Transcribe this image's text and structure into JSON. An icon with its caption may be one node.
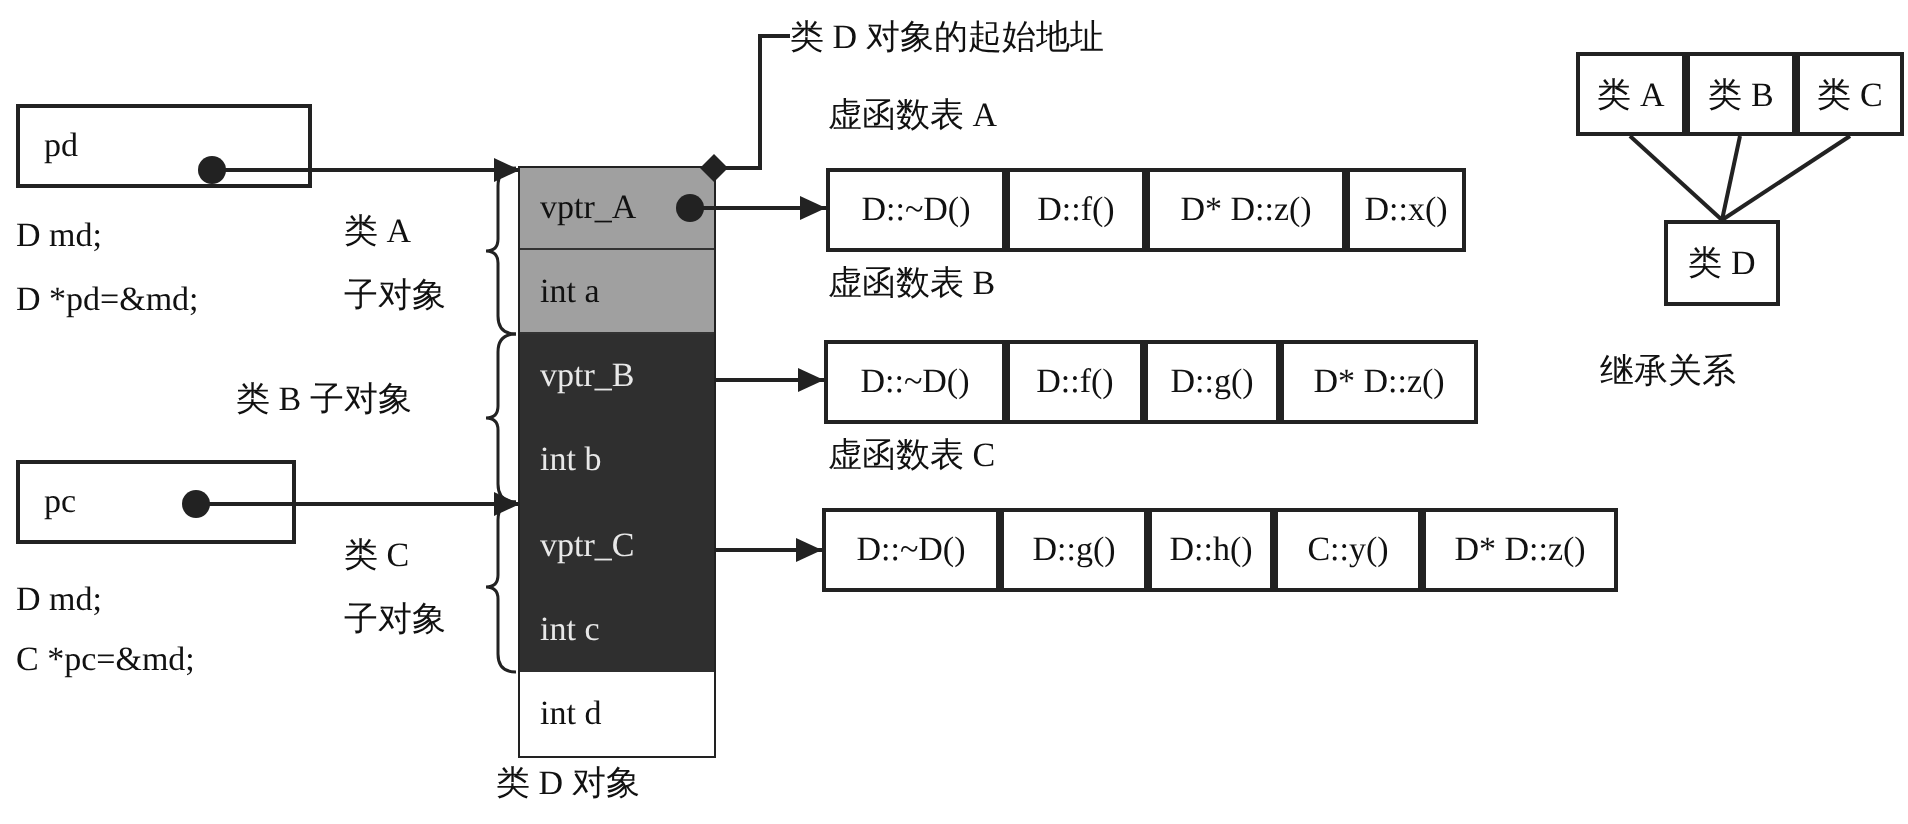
{
  "diagram": {
    "nodes": [
      {
        "text": [
          "pd"
        ],
        "beside": [
          "D md;",
          "D *pd=&md;"
        ]
      },
      {
        "text": [
          "pc"
        ],
        "beside": [
          "D md;",
          "C *pc=&md;"
        ]
      },
      {
        "text": [],
        "shape": "box",
        "beside": [
          "类 D 对象"
        ]
      },
      {
        "text": [
          "vptr_A"
        ],
        "in": 2
      },
      {
        "text": [
          "int a"
        ],
        "in": 2
      },
      {
        "text": [
          "vptr_B"
        ],
        "in": 2
      },
      {
        "text": [
          "int b"
        ],
        "in": 2
      },
      {
        "text": [
          "vptr_C"
        ],
        "in": 2
      },
      {
        "text": [
          "int c"
        ],
        "in": 2
      },
      {
        "text": [
          "int d"
        ],
        "in": 2
      },
      {
        "text": [
          "类 D 对象的起始地址"
        ]
      },
      {
        "text": [
          "虚函数表 A"
        ]
      },
      {
        "text": [
          "D::~D()"
        ],
        "in": 11
      },
      {
        "text": [
          "D::f()"
        ],
        "in": 11
      },
      {
        "text": [
          "D* D::z()"
        ],
        "in": 11
      },
      {
        "text": [
          "D::x()"
        ],
        "in": 11
      },
      {
        "text": [
          "虚函数表 B"
        ]
      },
      {
        "text": [
          "D::~D()"
        ],
        "in": 16
      },
      {
        "text": [
          "D::f()"
        ],
        "in": 16
      },
      {
        "text": [
          "D::g()"
        ],
        "in": 16
      },
      {
        "text": [
          "D* D::z()"
        ],
        "in": 16
      },
      {
        "text": [
          "虚函数表 C"
        ]
      },
      {
        "text": [
          "D::~D()"
        ],
        "in": 21
      },
      {
        "text": [
          "D::g()"
        ],
        "in": 21
      },
      {
        "text": [
          "D::h()"
        ],
        "in": 21
      },
      {
        "text": [
          "C::y()"
        ],
        "in": 21
      },
      {
        "text": [
          "D* D::z()"
        ],
        "in": 21
      },
      {
        "text": [
          "类 A"
        ]
      },
      {
        "text": [
          "类 B"
        ]
      },
      {
        "text": [
          "类 C"
        ]
      },
      {
        "text": [
          "类 D"
        ]
      }
    ],
    "edges": [
      {
        "from": 0,
        "to": 2,
        "arrow": "to"
      },
      {
        "from": 1,
        "to": 2,
        "arrow": "to"
      },
      {
        "from": 10,
        "to": 2,
        "arrow": "other"
      },
      {
        "from": 3,
        "to": 12,
        "arrow": "to"
      },
      {
        "from": 5,
        "to": 17,
        "arrow": "to"
      },
      {
        "from": 7,
        "to": 22,
        "arrow": "to"
      },
      {
        "from": 27,
        "to": 30,
        "arrow": "none"
      },
      {
        "from": 28,
        "to": 30,
        "arrow": "none"
      },
      {
        "from": 29,
        "to": 30,
        "arrow": "none"
      }
    ],
    "labels": [
      "类 A 子对象",
      "类 B 子对象",
      "类 C 子对象",
      "继承关系"
    ]
  }
}
